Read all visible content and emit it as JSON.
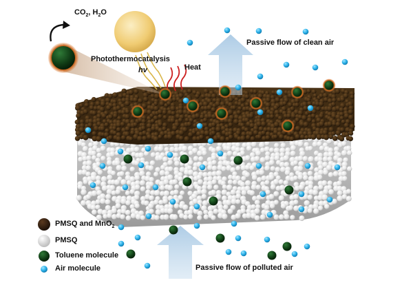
{
  "labels": {
    "byproducts_prefix": "CO",
    "byproducts_sub": "2",
    "byproducts_suffix": ", H",
    "byproducts_sub2": "2",
    "byproducts_end": "O",
    "photothermocatalysis": "Photothermocatalysis",
    "hv": "hv",
    "heat": "Heat",
    "clean_air": "Passive flow of clean air",
    "polluted_air": "Passive flow of polluted air"
  },
  "legend": {
    "pmsq_mno2_prefix": "PMSQ and MnO",
    "pmsq_mno2_sub": "2",
    "pmsq": "PMSQ",
    "toluene": "Toluene molecule",
    "air": "Air molecule"
  },
  "colors": {
    "pmsq_mno2": "#3a2414",
    "pmsq": "#d8d8d8",
    "toluene": "#0f3a14",
    "air": "#2ab0e8",
    "sun": "#f2d27a",
    "heat": "#cc1f1f",
    "flow_arrow": "#a9cbe6",
    "catalyst_glow": "#e0823a"
  },
  "icons": {
    "recycle_arrow": "curved-arrow-icon",
    "sun": "light-source-icon"
  }
}
